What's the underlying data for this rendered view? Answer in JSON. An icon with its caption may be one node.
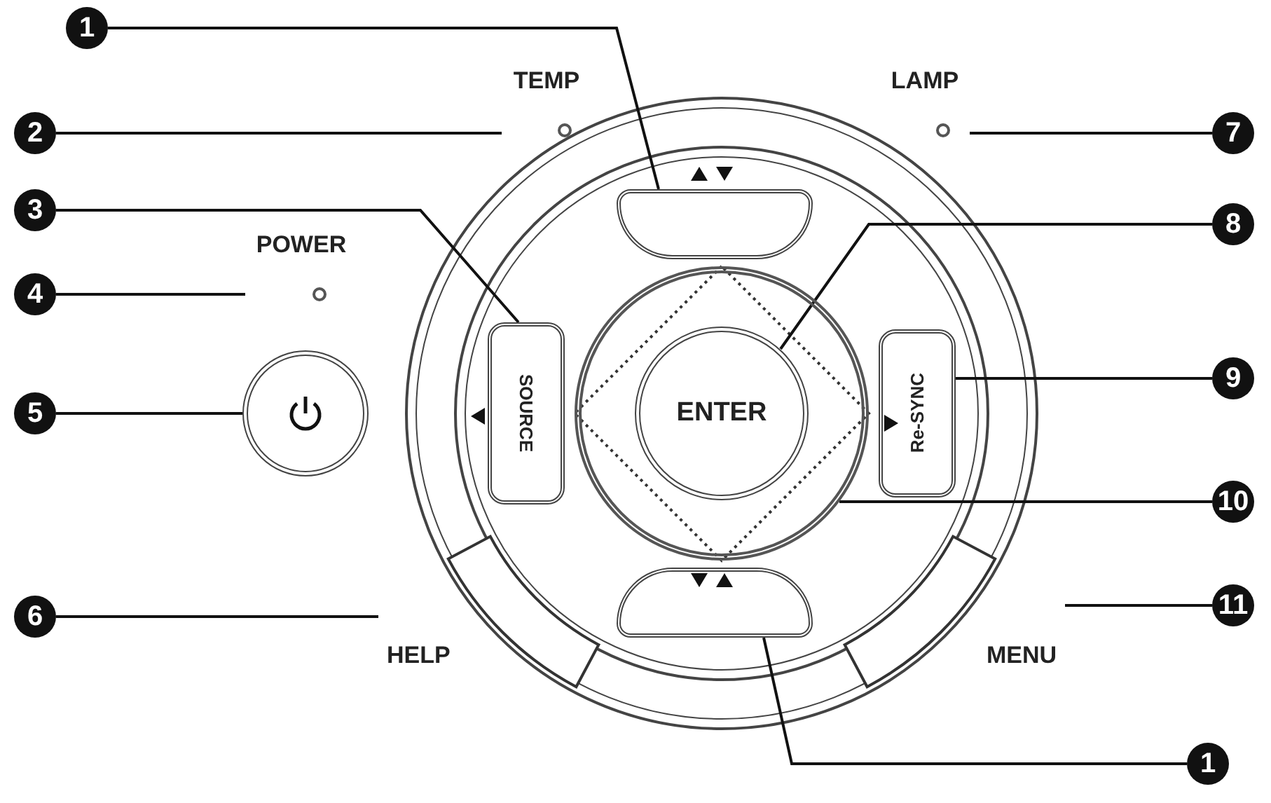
{
  "diagram": {
    "nodes": [
      {
        "text": [
          "1"
        ]
      },
      {
        "text": [
          "2"
        ]
      },
      {
        "text": [
          "3"
        ]
      },
      {
        "text": [
          "4"
        ]
      },
      {
        "text": [
          "5"
        ]
      },
      {
        "text": [
          "6"
        ]
      },
      {
        "text": [
          "7"
        ]
      },
      {
        "text": [
          "8"
        ]
      },
      {
        "text": [
          "9"
        ]
      },
      {
        "text": [
          "10"
        ]
      },
      {
        "text": [
          "11"
        ]
      },
      {
        "text": [
          "1"
        ]
      },
      {
        "text": [],
        "shape": "box"
      },
      {
        "text": [
          "TEMP"
        ]
      },
      {
        "text": [
          "SOURCE"
        ]
      },
      {
        "text": [
          "POWER"
        ]
      },
      {
        "text": [],
        "shape": "circle"
      },
      {
        "text": [
          "HELP"
        ]
      },
      {
        "text": [
          "LAMP"
        ]
      },
      {
        "text": [
          "ENTER"
        ],
        "in": 21
      },
      {
        "text": [
          "Re-SYNC"
        ]
      },
      {
        "text": [],
        "shape": "circle"
      },
      {
        "text": [
          "MENU"
        ]
      },
      {
        "text": [],
        "shape": "box"
      }
    ],
    "edges": [
      {
        "from": 0,
        "to": 12,
        "arrow": "none"
      },
      {
        "from": 1,
        "to": 13,
        "arrow": "none"
      },
      {
        "from": 2,
        "to": 14,
        "arrow": "none"
      },
      {
        "from": 3,
        "to": 15,
        "arrow": "none"
      },
      {
        "from": 4,
        "to": 16,
        "arrow": "none"
      },
      {
        "from": 5,
        "to": 17,
        "arrow": "none"
      },
      {
        "from": 6,
        "to": 18,
        "arrow": "none"
      },
      {
        "from": 7,
        "to": 19,
        "arrow": "none"
      },
      {
        "from": 8,
        "to": 20,
        "arrow": "none"
      },
      {
        "from": 9,
        "to": 21,
        "arrow": "none"
      },
      {
        "from": 10,
        "to": 22,
        "arrow": "none"
      },
      {
        "from": 11,
        "to": 23,
        "arrow": "none"
      }
    ]
  }
}
